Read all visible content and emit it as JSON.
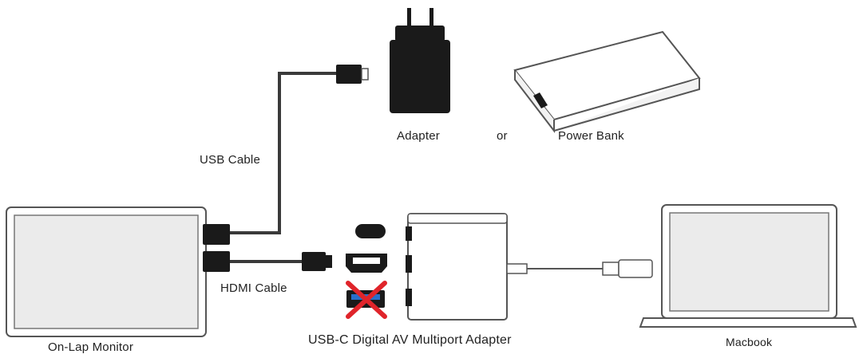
{
  "labels": {
    "adapter": "Adapter",
    "or": "or",
    "power_bank": "Power Bank",
    "usb_cable": "USB Cable",
    "hdmi_cable": "HDMI Cable",
    "multiport_adapter": "USB-C Digital AV Multiport Adapter",
    "monitor": "On-Lap Monitor",
    "macbook": "Macbook"
  },
  "colors": {
    "outline": "#555555",
    "cable": "#3a3a3a",
    "device_fill": "#ebebeb",
    "plug": "#1a1a1a",
    "usb_port_blue": "#2a6fc9",
    "cross_red": "#e0242a"
  },
  "icons": {
    "wall_adapter": "wall-charger-icon",
    "power_bank": "power-bank-icon",
    "monitor": "portable-monitor-icon",
    "laptop": "laptop-icon",
    "hub": "usb-c-hub-icon",
    "cross": "red-cross-icon"
  }
}
